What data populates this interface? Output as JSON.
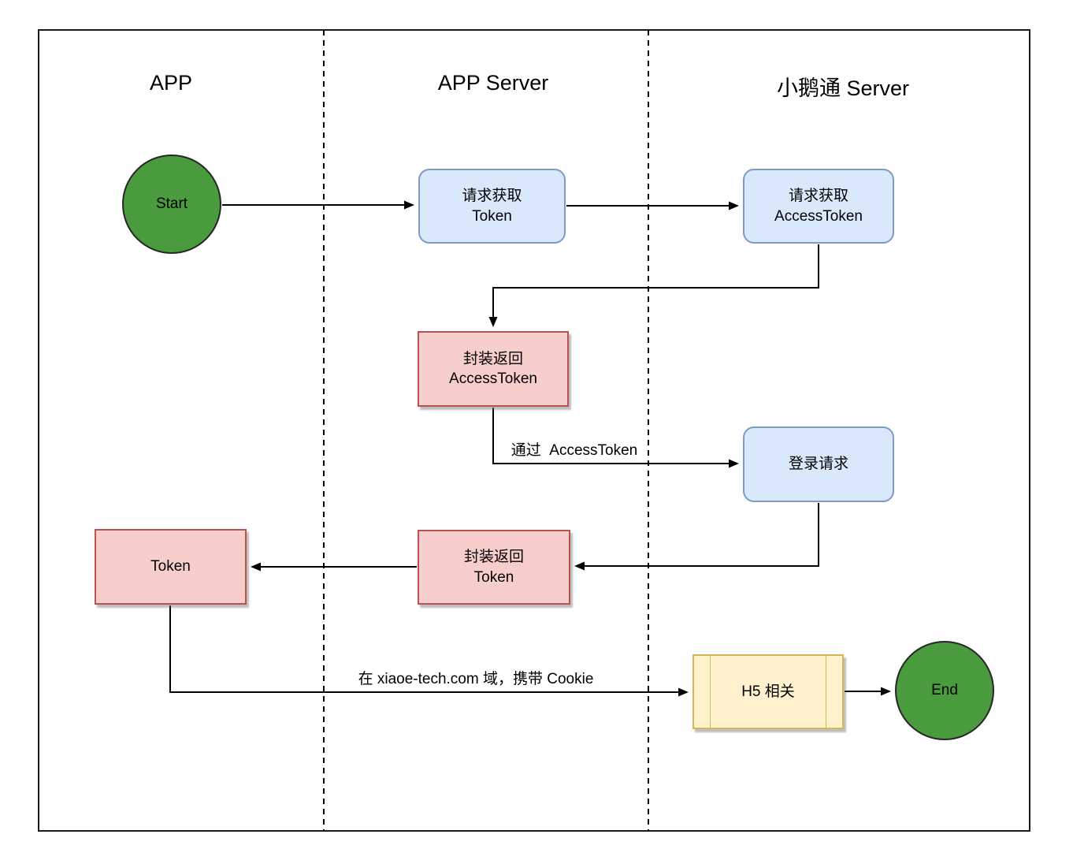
{
  "lanes": [
    {
      "label": "APP"
    },
    {
      "label": "APP Server"
    },
    {
      "label": "小鹅通 Server"
    }
  ],
  "nodes": {
    "start": {
      "label": "Start",
      "type": "start-circle"
    },
    "request_token": {
      "label": "请求获取\nToken",
      "type": "process"
    },
    "request_access_token": {
      "label": "请求获取\nAccessToken",
      "type": "process"
    },
    "wrap_access_token": {
      "label": "封装返回\nAccessToken",
      "type": "process"
    },
    "login_request": {
      "label": "登录请求",
      "type": "process"
    },
    "wrap_token": {
      "label": "封装返回\nToken",
      "type": "process"
    },
    "token": {
      "label": "Token",
      "type": "process"
    },
    "h5": {
      "label": "H5 相关",
      "type": "subprocess"
    },
    "end": {
      "label": "End",
      "type": "end-circle"
    }
  },
  "edge_labels": {
    "via_access_token": "通过  AccessToken",
    "cookie_domain": "在 xiaoe-tech.com 域，携带 Cookie"
  },
  "colors": {
    "start_end_fill": "#4a9b3d",
    "process_blue_fill": "#dae8fc",
    "process_blue_stroke": "#7e9ac7",
    "result_red_fill": "#f8cecc",
    "result_red_stroke": "#b85450",
    "subprocess_yellow_fill": "#fff2cc",
    "subprocess_yellow_stroke": "#d6b656",
    "line_color": "#000000"
  }
}
